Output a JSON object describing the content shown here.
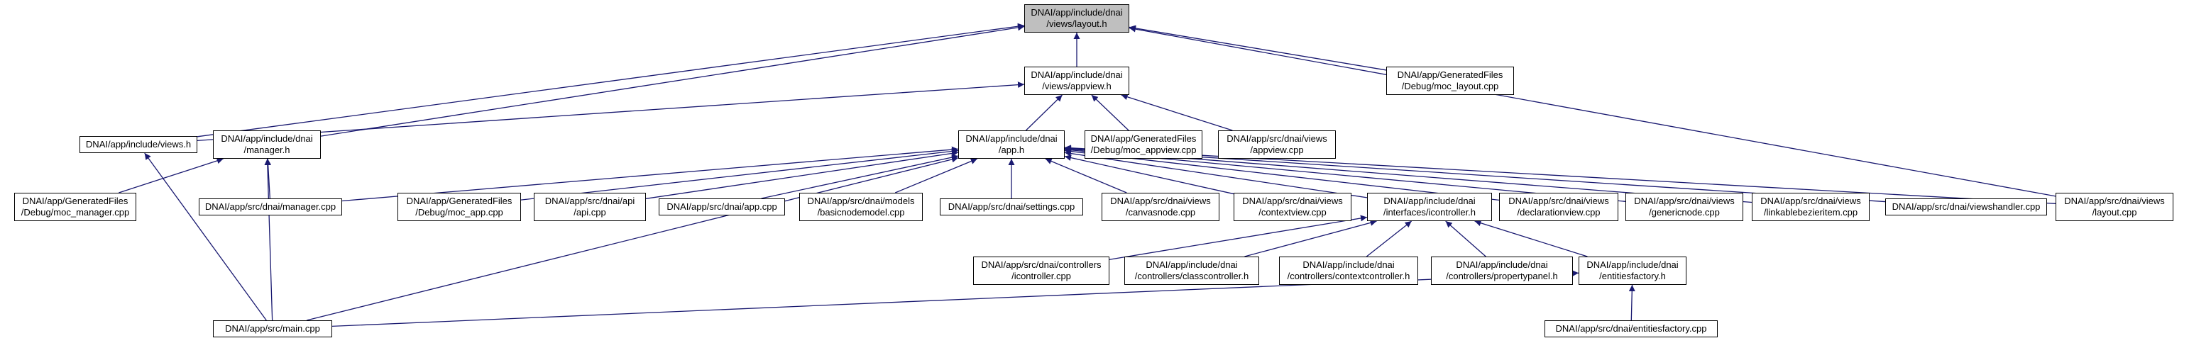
{
  "colors": {
    "edge": "#191970",
    "root_fill": "#bfbfbf",
    "node_fill": "#ffffff",
    "border": "#000000"
  },
  "nodes": [
    {
      "id": "layout_h",
      "lines": [
        "DNAI/app/include/dnai",
        "/views/layout.h"
      ],
      "root": true
    },
    {
      "id": "appview_h",
      "lines": [
        "DNAI/app/include/dnai",
        "/views/appview.h"
      ]
    },
    {
      "id": "moc_layout",
      "lines": [
        "DNAI/app/GeneratedFiles",
        "/Debug/moc_layout.cpp"
      ]
    },
    {
      "id": "views_h",
      "lines": [
        "DNAI/app/include/views.h"
      ]
    },
    {
      "id": "manager_h",
      "lines": [
        "DNAI/app/include/dnai",
        "/manager.h"
      ]
    },
    {
      "id": "app_h",
      "lines": [
        "DNAI/app/include/dnai",
        "/app.h"
      ]
    },
    {
      "id": "moc_appview",
      "lines": [
        "DNAI/app/GeneratedFiles",
        "/Debug/moc_appview.cpp"
      ]
    },
    {
      "id": "appview_cpp",
      "lines": [
        "DNAI/app/src/dnai/views",
        "/appview.cpp"
      ]
    },
    {
      "id": "moc_manager",
      "lines": [
        "DNAI/app/GeneratedFiles",
        "/Debug/moc_manager.cpp"
      ]
    },
    {
      "id": "manager_cpp",
      "lines": [
        "DNAI/app/src/dnai/manager.cpp"
      ]
    },
    {
      "id": "moc_app",
      "lines": [
        "DNAI/app/GeneratedFiles",
        "/Debug/moc_app.cpp"
      ]
    },
    {
      "id": "api_cpp",
      "lines": [
        "DNAI/app/src/dnai/api",
        "/api.cpp"
      ]
    },
    {
      "id": "app_cpp",
      "lines": [
        "DNAI/app/src/dnai/app.cpp"
      ]
    },
    {
      "id": "basicnodemodel",
      "lines": [
        "DNAI/app/src/dnai/models",
        "/basicnodemodel.cpp"
      ]
    },
    {
      "id": "settings_cpp",
      "lines": [
        "DNAI/app/src/dnai/settings.cpp"
      ]
    },
    {
      "id": "canvasnode",
      "lines": [
        "DNAI/app/src/dnai/views",
        "/canvasnode.cpp"
      ]
    },
    {
      "id": "contextview",
      "lines": [
        "DNAI/app/src/dnai/views",
        "/contextview.cpp"
      ]
    },
    {
      "id": "icontroller_h",
      "lines": [
        "DNAI/app/include/dnai",
        "/interfaces/icontroller.h"
      ]
    },
    {
      "id": "declarationview",
      "lines": [
        "DNAI/app/src/dnai/views",
        "/declarationview.cpp"
      ]
    },
    {
      "id": "genericnode",
      "lines": [
        "DNAI/app/src/dnai/views",
        "/genericnode.cpp"
      ]
    },
    {
      "id": "linkablebezier",
      "lines": [
        "DNAI/app/src/dnai/views",
        "/linkablebezieritem.cpp"
      ]
    },
    {
      "id": "viewshandler",
      "lines": [
        "DNAI/app/src/dnai/viewshandler.cpp"
      ]
    },
    {
      "id": "layout_cpp",
      "lines": [
        "DNAI/app/src/dnai/views",
        "/layout.cpp"
      ]
    },
    {
      "id": "icontroller_cpp",
      "lines": [
        "DNAI/app/src/dnai/controllers",
        "/icontroller.cpp"
      ]
    },
    {
      "id": "classcontroller",
      "lines": [
        "DNAI/app/include/dnai",
        "/controllers/classcontroller.h"
      ]
    },
    {
      "id": "contextcontroller",
      "lines": [
        "DNAI/app/include/dnai",
        "/controllers/contextcontroller.h"
      ]
    },
    {
      "id": "propertypanel",
      "lines": [
        "DNAI/app/include/dnai",
        "/controllers/propertypanel.h"
      ]
    },
    {
      "id": "entitiesfactory_h",
      "lines": [
        "DNAI/app/include/dnai",
        "/entitiesfactory.h"
      ]
    },
    {
      "id": "main_cpp",
      "lines": [
        "DNAI/app/src/main.cpp"
      ]
    },
    {
      "id": "entitiesfactory_cpp",
      "lines": [
        "DNAI/app/src/dnai/entitiesfactory.cpp"
      ]
    }
  ],
  "edges": [
    [
      "appview_h",
      "layout_h"
    ],
    [
      "moc_layout",
      "layout_h"
    ],
    [
      "views_h",
      "layout_h"
    ],
    [
      "manager_h",
      "layout_h"
    ],
    [
      "layout_cpp",
      "layout_h"
    ],
    [
      "app_h",
      "appview_h"
    ],
    [
      "moc_appview",
      "appview_h"
    ],
    [
      "appview_cpp",
      "appview_h"
    ],
    [
      "views_h",
      "appview_h"
    ],
    [
      "moc_manager",
      "manager_h"
    ],
    [
      "manager_cpp",
      "manager_h"
    ],
    [
      "main_cpp",
      "manager_h"
    ],
    [
      "main_cpp",
      "views_h"
    ],
    [
      "manager_cpp",
      "app_h"
    ],
    [
      "moc_app",
      "app_h"
    ],
    [
      "api_cpp",
      "app_h"
    ],
    [
      "app_cpp",
      "app_h"
    ],
    [
      "basicnodemodel",
      "app_h"
    ],
    [
      "settings_cpp",
      "app_h"
    ],
    [
      "canvasnode",
      "app_h"
    ],
    [
      "contextview",
      "app_h"
    ],
    [
      "icontroller_h",
      "app_h"
    ],
    [
      "declarationview",
      "app_h"
    ],
    [
      "genericnode",
      "app_h"
    ],
    [
      "linkablebezier",
      "app_h"
    ],
    [
      "viewshandler",
      "app_h"
    ],
    [
      "layout_cpp",
      "app_h"
    ],
    [
      "main_cpp",
      "app_h"
    ],
    [
      "icontroller_cpp",
      "icontroller_h"
    ],
    [
      "classcontroller",
      "icontroller_h"
    ],
    [
      "contextcontroller",
      "icontroller_h"
    ],
    [
      "propertypanel",
      "icontroller_h"
    ],
    [
      "entitiesfactory_h",
      "icontroller_h"
    ],
    [
      "main_cpp",
      "entitiesfactory_h"
    ],
    [
      "entitiesfactory_cpp",
      "entitiesfactory_h"
    ]
  ]
}
